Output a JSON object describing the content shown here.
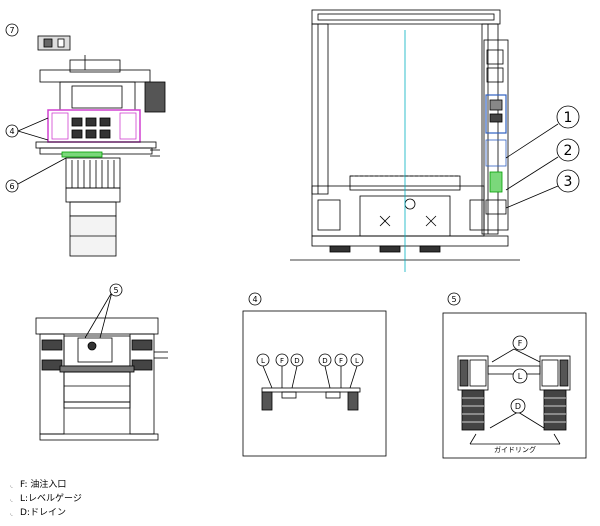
{
  "callouts": {
    "c1": "1",
    "c2": "2",
    "c3": "3",
    "c4": "4",
    "c5": "5",
    "c6": "6",
    "c7": "7"
  },
  "detail_labels": {
    "F": "F",
    "L": "L",
    "D": "D"
  },
  "guide_ring_label": "ガイドリング",
  "legend": [
    {
      "key": "F",
      "text": "F: 油注入口"
    },
    {
      "key": "L",
      "text": "L:レベルゲージ"
    },
    {
      "key": "D",
      "text": "D:ドレイン"
    }
  ],
  "colors": {
    "line": "#000000",
    "highlight_magenta": "#d040d0",
    "accent_green": "#00a000",
    "accent_cyan": "#00b0c0",
    "panel_blue": "#3060c0"
  }
}
